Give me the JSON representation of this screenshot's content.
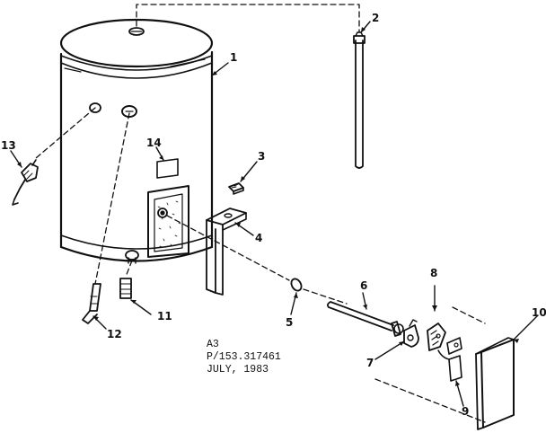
{
  "callouts": {
    "c1": "1",
    "c2": "2",
    "c3": "3",
    "c4": "4",
    "c5": "5",
    "c6": "6",
    "c7": "7",
    "c8": "8",
    "c9": "9",
    "c10": "10",
    "c11": "11",
    "c12": "12",
    "c13": "13",
    "c14": "14"
  },
  "caption": {
    "line1": "A3",
    "line2": "P/153.317461",
    "line3": "JULY, 1983"
  },
  "colors": {
    "ink": "#111111",
    "paper": "#ffffff"
  }
}
